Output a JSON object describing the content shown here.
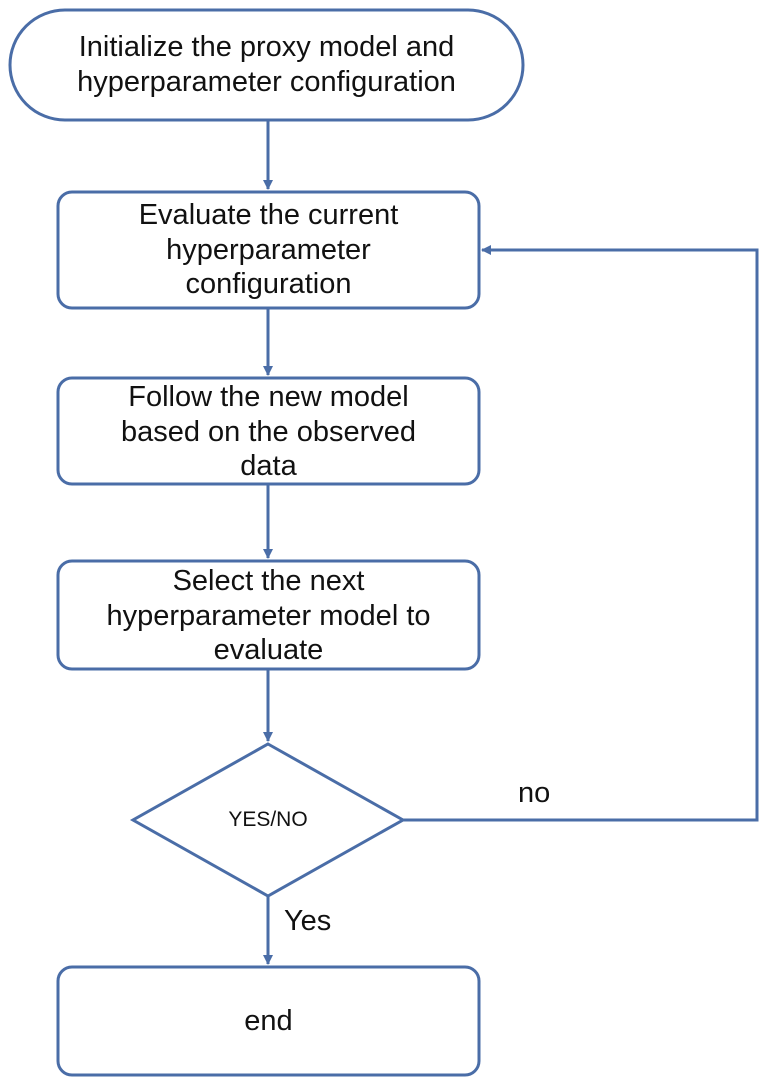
{
  "colors": {
    "stroke": "#4a6da7",
    "text": "#111111",
    "background": "#ffffff"
  },
  "nodes": {
    "start": {
      "text": "Initialize the proxy model and hyperparameter configuration",
      "line1": "Initialize the proxy model and",
      "line2": "hyperparameter configuration"
    },
    "evaluate": {
      "line1": "Evaluate the current",
      "line2": "hyperparameter",
      "line3": "configuration"
    },
    "follow": {
      "line1": "Follow the new model",
      "line2": "based on the observed",
      "line3": "data"
    },
    "select": {
      "line1": "Select the next",
      "line2": "hyperparameter model to",
      "line3": "evaluate"
    },
    "decision": {
      "text": "YES/NO"
    },
    "end": {
      "text": "end"
    }
  },
  "edges": {
    "no_label": "no",
    "yes_label": "Yes"
  }
}
